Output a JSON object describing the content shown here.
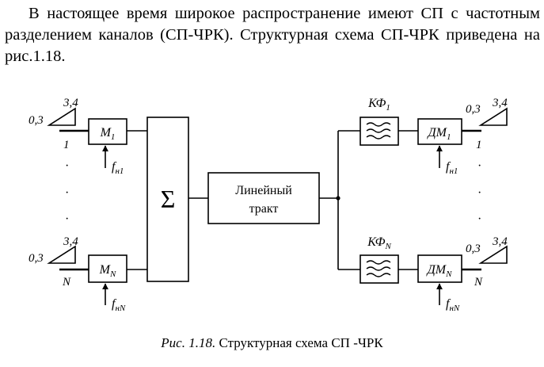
{
  "intro_text": "В настоящее время широкое распространение имеют СП с частотным разделением каналов (СП-ЧРК). Структурная схема СП-ЧРК приведена на рис.1.18.",
  "caption": {
    "figure": "Рис. 1.18.",
    "text": "Структурная схема СП -ЧРК"
  },
  "diagram": {
    "input_range": {
      "low": "0,3",
      "high": "3,4"
    },
    "channel_first": "1",
    "channel_last": "N",
    "dots": "·",
    "modulators": [
      {
        "main": "М",
        "sub": "1",
        "carrier_main": "f",
        "carrier_sub": "н1"
      },
      {
        "main": "М",
        "sub": "N",
        "carrier_main": "f",
        "carrier_sub": "нN"
      }
    ],
    "summator": "Σ",
    "line_path": [
      "Линейный",
      "тракт"
    ],
    "filters": [
      {
        "main": "КФ",
        "sub": "1"
      },
      {
        "main": "КФ",
        "sub": "N"
      }
    ],
    "demodulators": [
      {
        "main": "ДМ",
        "sub": "1",
        "carrier_main": "f",
        "carrier_sub": "н1"
      },
      {
        "main": "ДМ",
        "sub": "N",
        "carrier_main": "f",
        "carrier_sub": "нN"
      }
    ]
  }
}
